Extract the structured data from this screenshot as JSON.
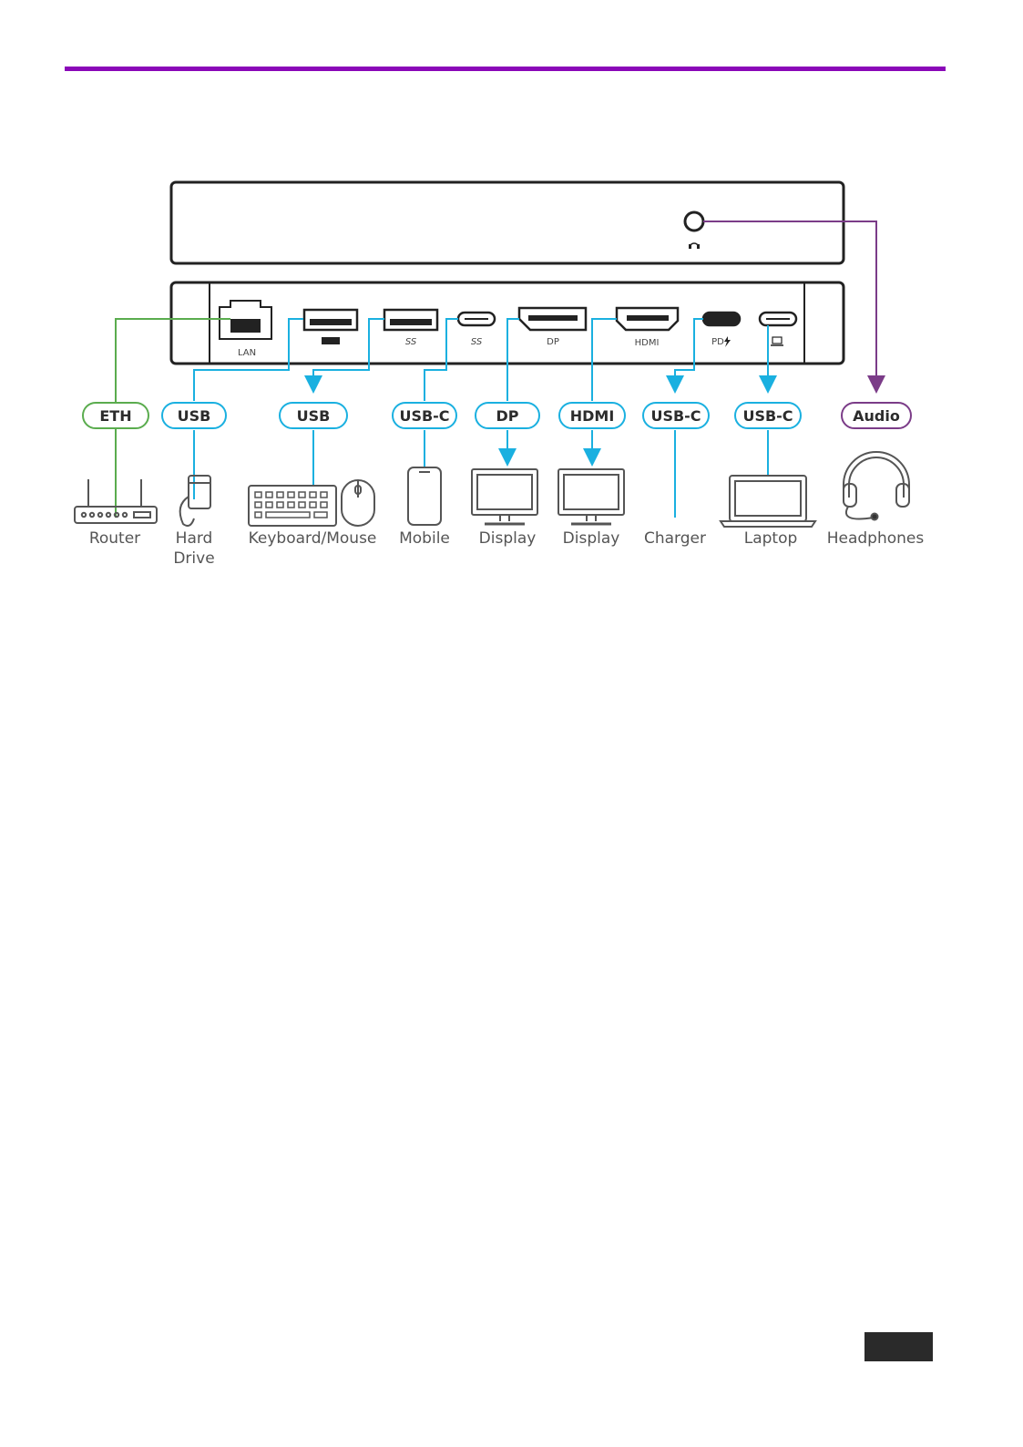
{
  "colors": {
    "accent_rule": "#8a08b8",
    "usb_line": "#1ab0e0",
    "eth_line": "#5aac4e",
    "audio_line": "#7b3c88",
    "device_stroke": "#555555"
  },
  "ports": {
    "lan_label": "LAN",
    "dp_label": "DP",
    "hdmi_label": "HDMI",
    "pd_label": "PD",
    "usb_a1_label": "SS",
    "usb_a2_label": "SS",
    "usbc_label": "SS"
  },
  "connections": [
    {
      "pill": "ETH",
      "device": "Router",
      "device2": ""
    },
    {
      "pill": "USB",
      "device": "Hard",
      "device2": "Drive"
    },
    {
      "pill": "USB",
      "device": "Keyboard/Mouse",
      "device2": ""
    },
    {
      "pill": "USB-C",
      "device": "Mobile",
      "device2": ""
    },
    {
      "pill": "DP",
      "device": "Display",
      "device2": ""
    },
    {
      "pill": "HDMI",
      "device": "Display",
      "device2": ""
    },
    {
      "pill": "USB-C",
      "device": "Charger",
      "device2": ""
    },
    {
      "pill": "USB-C",
      "device": "Laptop",
      "device2": ""
    },
    {
      "pill": "Audio",
      "device": "Headphones",
      "device2": ""
    }
  ]
}
